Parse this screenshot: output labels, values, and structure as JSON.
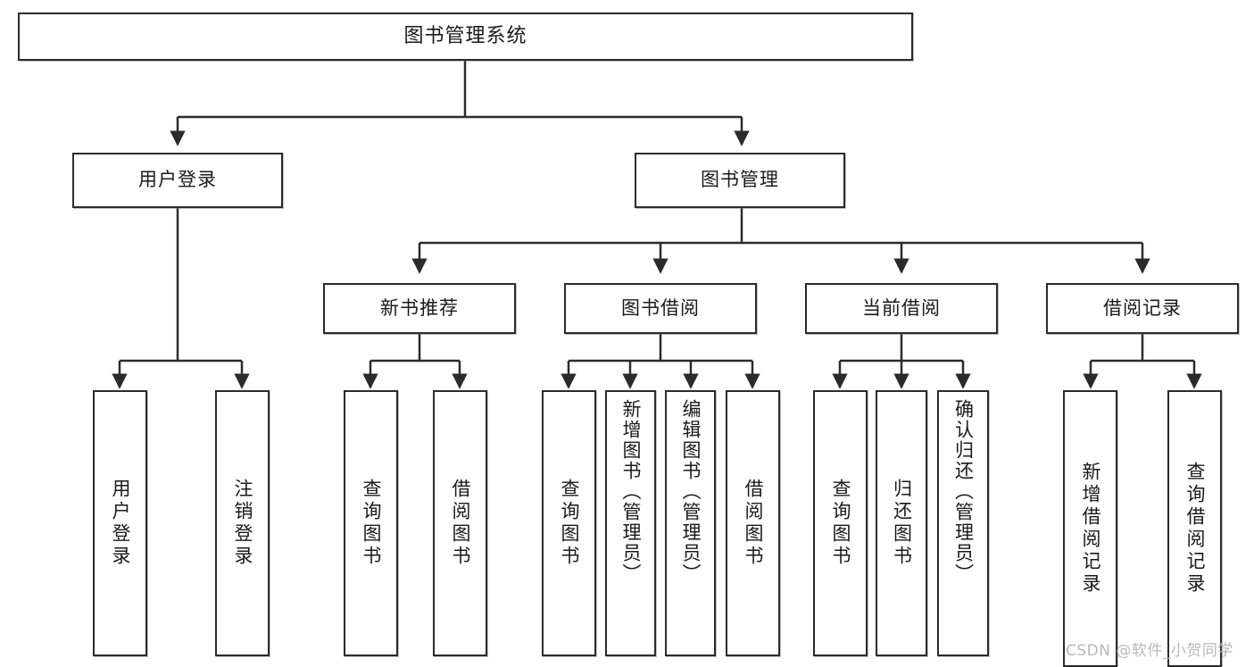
{
  "diagram": {
    "title": "图书管理系统",
    "type": "tree",
    "colors": {
      "stroke": "#2b2b2b",
      "fill": "#ffffff",
      "text": "#1a1a1a",
      "watermark": "#b9b9b9"
    },
    "root": {
      "label": "图书管理系统"
    },
    "level1": [
      {
        "label": "用户登录"
      },
      {
        "label": "图书管理"
      }
    ],
    "level2": [
      {
        "label": "新书推荐"
      },
      {
        "label": "图书借阅"
      },
      {
        "label": "当前借阅"
      },
      {
        "label": "借阅记录"
      }
    ],
    "leaves": {
      "user_login": [
        {
          "label": "用户登录"
        },
        {
          "label": "注销登录"
        }
      ],
      "new_book": [
        {
          "label": "查询图书"
        },
        {
          "label": "借阅图书"
        }
      ],
      "borrow_book": [
        {
          "label": "查询图书"
        },
        {
          "label": "新增图书（管理员）"
        },
        {
          "label": "编辑图书（管理员）"
        },
        {
          "label": "借阅图书"
        }
      ],
      "current_borrow": [
        {
          "label": "查询图书"
        },
        {
          "label": "归还图书"
        },
        {
          "label": "确认归还（管理员）"
        }
      ],
      "borrow_record": [
        {
          "label": "新增借阅记录"
        },
        {
          "label": "查询借阅记录"
        }
      ]
    }
  },
  "watermark": {
    "text": "CSDN @软件_小贺同学"
  }
}
